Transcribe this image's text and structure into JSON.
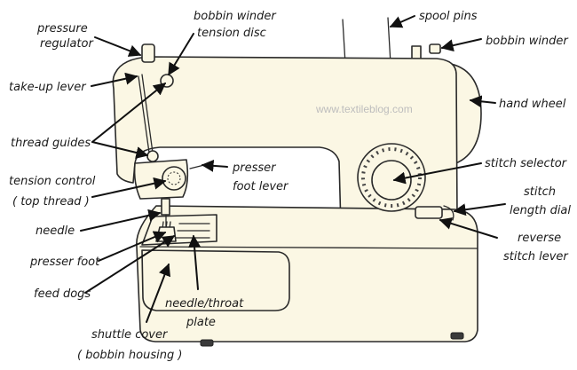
{
  "watermark": "www.textileblog.com",
  "labels": {
    "pressure_regulator": [
      "pressure",
      "regulator"
    ],
    "bobbin_winder_tension_disc": [
      "bobbin winder",
      "tension disc"
    ],
    "spool_pins": "spool pins",
    "bobbin_winder": "bobbin winder",
    "take_up_lever": "take-up lever",
    "hand_wheel": "hand wheel",
    "thread_guides": "thread guides",
    "presser_foot_lever": [
      "presser",
      "foot lever"
    ],
    "stitch_selector": "stitch selector",
    "tension_control": [
      "tension control",
      "( top thread )"
    ],
    "stitch_length_dial": [
      "stitch",
      "length dial"
    ],
    "needle": "needle",
    "reverse_stitch_lever": [
      "reverse",
      "stitch lever"
    ],
    "presser_foot": "presser foot",
    "feed_dogs": "feed dogs",
    "needle_throat_plate": [
      "needle/throat",
      "plate"
    ],
    "shuttle_cover": [
      "shuttle cover",
      "( bobbin housing )"
    ]
  }
}
